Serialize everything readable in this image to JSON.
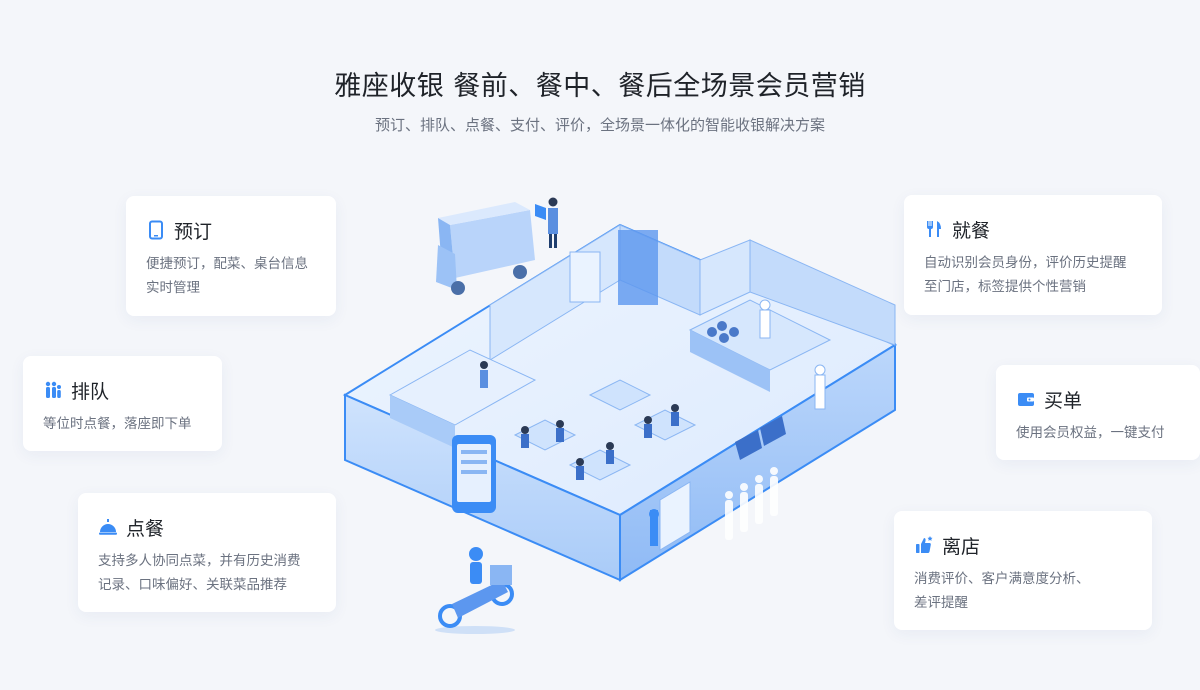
{
  "header": {
    "title": "雅座收银 餐前、餐中、餐后全场景会员营销",
    "subtitle": "预订、排队、点餐、支付、评价，全场景一体化的智能收银解决方案"
  },
  "features": [
    {
      "key": "reserve",
      "title": "预订",
      "desc_lines": [
        "便捷预订，配菜、桌台信息",
        "实时管理"
      ],
      "icon": "tablet-icon"
    },
    {
      "key": "queue",
      "title": "排队",
      "desc_lines": [
        "等位时点餐，落座即下单"
      ],
      "icon": "people-queue-icon"
    },
    {
      "key": "order",
      "title": "点餐",
      "desc_lines": [
        "支持多人协同点菜，并有历史消费",
        "记录、口味偏好、关联菜品推荐"
      ],
      "icon": "cloche-icon"
    },
    {
      "key": "dine",
      "title": "就餐",
      "desc_lines": [
        "自动识别会员身份，评价历史提醒",
        "至门店，标签提供个性营销"
      ],
      "icon": "fork-knife-icon"
    },
    {
      "key": "pay",
      "title": "买单",
      "desc_lines": [
        "使用会员权益，一键支付"
      ],
      "icon": "wallet-icon"
    },
    {
      "key": "leave",
      "title": "离店",
      "desc_lines": [
        "消费评价、客户满意度分析、",
        "差评提醒"
      ],
      "icon": "thumbs-up-icon"
    }
  ],
  "colors": {
    "accent": "#3b8cf5",
    "light": "#d6e7fd",
    "mid": "#a9cbf8",
    "dark": "#2a6fd8"
  }
}
